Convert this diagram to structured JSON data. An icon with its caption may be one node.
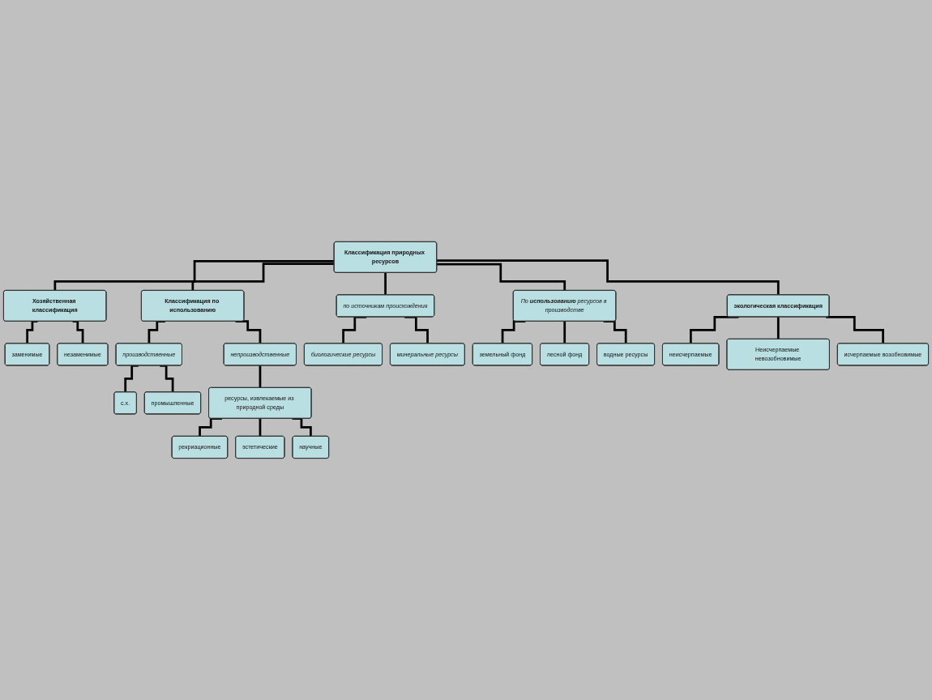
{
  "diagram": {
    "nodes": [
      {
        "text": [
          "Классификация природных ресурсов"
        ]
      },
      {
        "text": [
          "Хозяйственная классификация"
        ]
      },
      {
        "text": [
          "Классификация по использованию"
        ]
      },
      {
        "text": [
          "заменимые"
        ]
      },
      {
        "text": [
          "незаменимые"
        ]
      },
      {
        "text": [
          "производственные"
        ]
      },
      {
        "text": [
          "непроизводственные"
        ]
      },
      {
        "text": [
          "с.х."
        ]
      },
      {
        "text": [
          "промышленные"
        ]
      },
      {
        "text": [
          "ресурсы, извлекаемые из природной среды"
        ]
      },
      {
        "text": [
          "рекриационные"
        ]
      },
      {
        "text": [
          "эстетические"
        ]
      },
      {
        "text": [
          "научные"
        ]
      },
      {
        "text": [
          "по источникам происхождения"
        ]
      },
      {
        "text": [
          "биологические ресурсы"
        ]
      },
      {
        "text": [
          "минеральные ресурсы"
        ]
      },
      {
        "text": [
          "По **использованию** ресурсов в производстве"
        ]
      },
      {
        "text": [
          "земельный фонд"
        ]
      },
      {
        "text": [
          "лесной фонд"
        ]
      },
      {
        "text": [
          "водные ресурсы"
        ]
      },
      {
        "text": [
          "экологическая классификация"
        ]
      },
      {
        "text": [
          "неисчерпаемые"
        ]
      },
      {
        "text": [
          "Неисчерпаемые невозобновимые"
        ]
      },
      {
        "text": [
          "исчерпаемые возобновимые"
        ]
      }
    ],
    "edges": [
      {
        "from": 0,
        "to": 1,
        "arrow": "none"
      },
      {
        "from": 0,
        "to": 2,
        "arrow": "none"
      },
      {
        "from": 1,
        "to": 3,
        "arrow": "none"
      },
      {
        "from": 1,
        "to": 4,
        "arrow": "none"
      },
      {
        "from": 2,
        "to": 5,
        "arrow": "none"
      },
      {
        "from": 2,
        "to": 6,
        "arrow": "none"
      },
      {
        "from": 5,
        "to": 7,
        "arrow": "none"
      },
      {
        "from": 5,
        "to": 8,
        "arrow": "none"
      },
      {
        "from": 6,
        "to": 9,
        "arrow": "none"
      },
      {
        "from": 9,
        "to": 10,
        "arrow": "none"
      },
      {
        "from": 9,
        "to": 11,
        "arrow": "none"
      },
      {
        "from": 9,
        "to": 12,
        "arrow": "none"
      },
      {
        "from": 0,
        "to": 13,
        "arrow": "none"
      },
      {
        "from": 13,
        "to": 14,
        "arrow": "none"
      },
      {
        "from": 13,
        "to": 15,
        "arrow": "none"
      },
      {
        "from": 0,
        "to": 16,
        "arrow": "none"
      },
      {
        "from": 16,
        "to": 17,
        "arrow": "none"
      },
      {
        "from": 16,
        "to": 18,
        "arrow": "none"
      },
      {
        "from": 16,
        "to": 19,
        "arrow": "none"
      },
      {
        "from": 0,
        "to": 20,
        "arrow": "none"
      },
      {
        "from": 20,
        "to": 21,
        "arrow": "none"
      },
      {
        "from": 20,
        "to": 22,
        "arrow": "none"
      },
      {
        "from": 20,
        "to": 23,
        "arrow": "none"
      }
    ]
  }
}
